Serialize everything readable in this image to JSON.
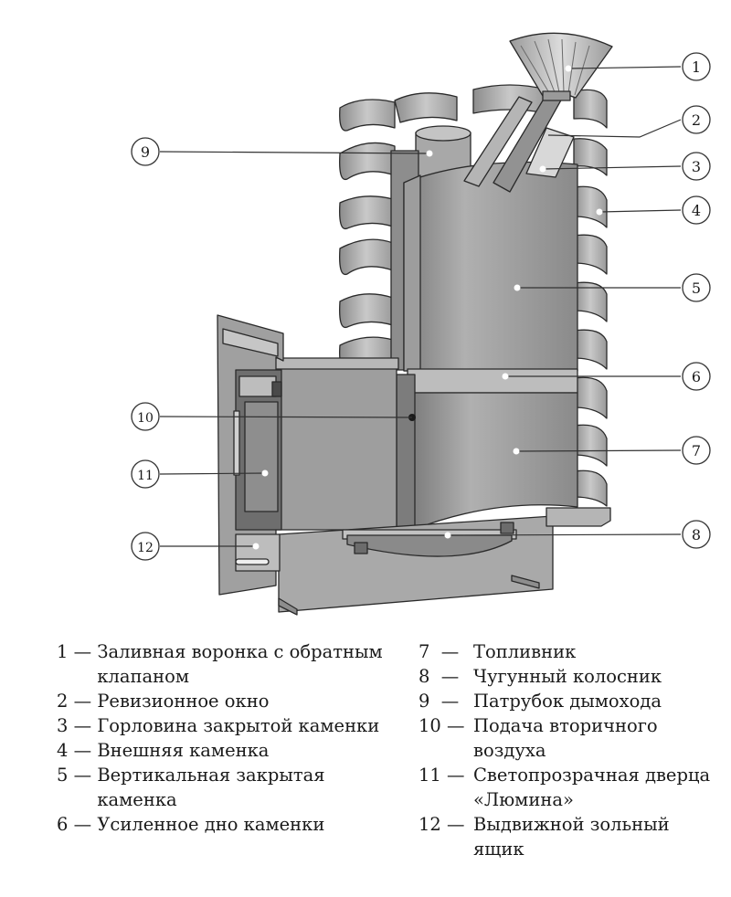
{
  "callouts": [
    "1",
    "2",
    "3",
    "4",
    "5",
    "6",
    "7",
    "8",
    "9",
    "10",
    "11",
    "12"
  ],
  "legend": {
    "left": [
      {
        "num": "1 — ",
        "text": "Заливная воронка с обратным клапаном"
      },
      {
        "num": "2 — ",
        "text": "Ревизионное окно"
      },
      {
        "num": "3 — ",
        "text": "Горловина закрытой каменки"
      },
      {
        "num": "4 — ",
        "text": "Внешняя каменка"
      },
      {
        "num": "5 — ",
        "text": "Вертикальная закрытая каменка"
      },
      {
        "num": "6 — ",
        "text": "Усиленное дно каменки"
      }
    ],
    "right": [
      {
        "num": "7  — ",
        "text": "Топливник"
      },
      {
        "num": "8  — ",
        "text": "Чугунный колосник"
      },
      {
        "num": "9  — ",
        "text": "Патрубок дымохода"
      },
      {
        "num": "10 — ",
        "text": "Подача вторичного воздуха"
      },
      {
        "num": "11 — ",
        "text": "Светопрозрачная дверца «Люмина»"
      },
      {
        "num": "12 — ",
        "text": "Выдвижной зольный ящик"
      }
    ]
  },
  "colors": {
    "metal": "#a3a3a3",
    "metal_dark": "#6f6f6f",
    "metal_light": "#c8c8c8",
    "stroke": "#2a2a2a",
    "line": "#333333"
  }
}
